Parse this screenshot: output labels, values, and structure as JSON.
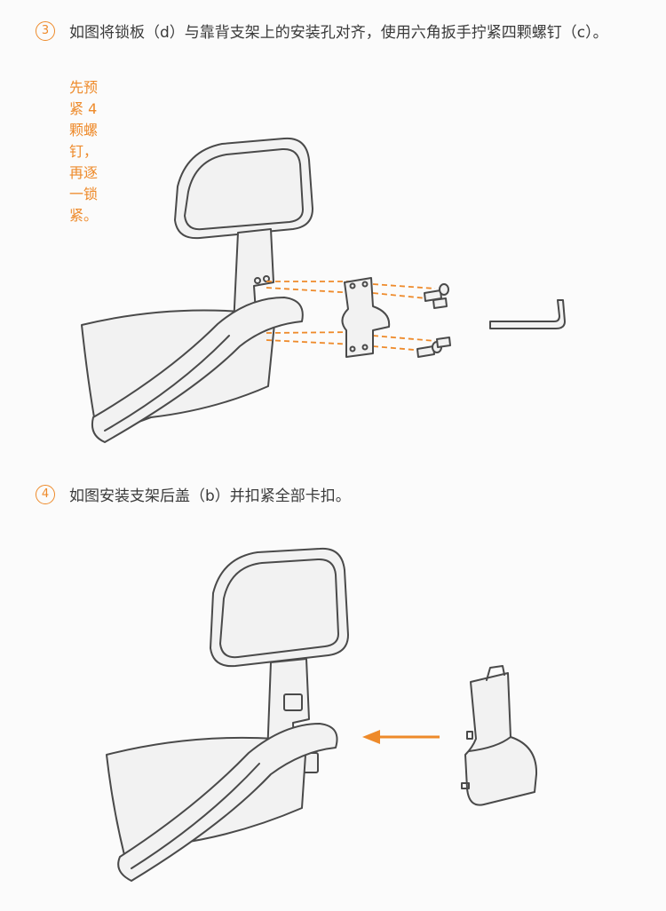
{
  "step3": {
    "number": "3",
    "text": "如图将锁板（d）与靠背支架上的安装孔对齐，使用六角扳手拧紧四颗螺钉（c）。",
    "note": "先预紧 4 颗螺钉，再逐一锁紧。"
  },
  "step4": {
    "number": "4",
    "text": "如图安装支架后盖（b）并扣紧全部卡扣。"
  },
  "colors": {
    "accent": "#ee8a2a",
    "line": "#4a4a4a",
    "background": "#fbfbfb"
  }
}
